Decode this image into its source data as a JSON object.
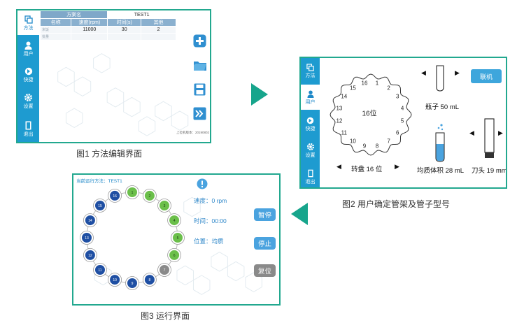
{
  "screen1": {
    "sidebar": [
      {
        "label": "方法",
        "icon": "method-icon"
      },
      {
        "label": "用户",
        "icon": "user-icon"
      },
      {
        "label": "快捷",
        "icon": "quick-icon"
      },
      {
        "label": "设置",
        "icon": "settings-icon"
      },
      {
        "label": "退出",
        "icon": "exit-icon"
      }
    ],
    "table": {
      "header_left": "方案名",
      "header_right": "TEST1",
      "columns": [
        "名称",
        "速度(rpm)",
        "时间(s)",
        "其他"
      ],
      "rows": [
        [
          "米饭",
          "11000",
          "30",
          "2"
        ],
        [
          "批量",
          "",
          "",
          ""
        ]
      ]
    },
    "version_text": "上位机版本：20190802",
    "tools": [
      "add-icon",
      "folder-icon",
      "save-icon",
      "next-icon"
    ]
  },
  "caption1": "图1 方法编辑界面",
  "screen2": {
    "sidebar": [
      {
        "label": "方法",
        "icon": "method-icon"
      },
      {
        "label": "用户",
        "icon": "user-icon"
      },
      {
        "label": "快捷",
        "icon": "quick-icon"
      },
      {
        "label": "设置",
        "icon": "settings-icon"
      },
      {
        "label": "退出",
        "icon": "exit-icon"
      }
    ],
    "dial_center": "16位",
    "dial_numbers": [
      "1",
      "2",
      "3",
      "4",
      "5",
      "6",
      "7",
      "8",
      "9",
      "10",
      "11",
      "12",
      "13",
      "14",
      "15",
      "16"
    ],
    "turntable": "转盘 16 位",
    "bottle_label": "瓶子 50 mL",
    "homogenize_volume": "均质体积 28 mL",
    "blade": "刀头 19 mm",
    "connect_button": "联机"
  },
  "caption2": "图2 用户确定管架及管子型号",
  "screen3": {
    "current_method": "当前运行方法：TEST1",
    "speed": "速度：0 rpm",
    "time": "时间：00:00",
    "position": "位置：均质",
    "pause_button": "暂停",
    "stop_button": "停止",
    "reset_button": "复位",
    "positions": [
      "1",
      "2",
      "3",
      "4",
      "5",
      "6",
      "7",
      "8",
      "9",
      "10",
      "11",
      "12",
      "13",
      "14",
      "15",
      "16"
    ],
    "colors": {
      "done": "#6bbf4a",
      "pending": "#1f4fa3",
      "current": "#8a8a8a",
      "accent": "#4aa3df"
    }
  },
  "caption3": "图3 运行界面"
}
